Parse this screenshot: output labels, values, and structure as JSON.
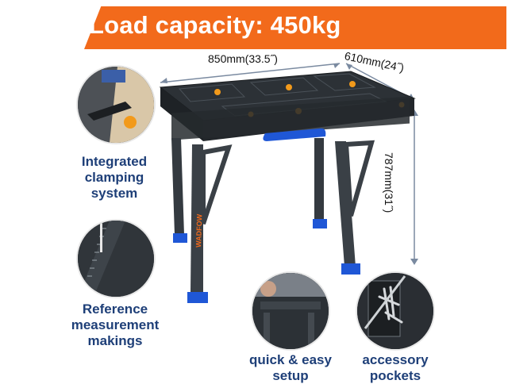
{
  "banner": {
    "title": "Load capacity: 450kg"
  },
  "dimensions": {
    "width": "850mm(33.5˝)",
    "depth": "610mm(24˝)",
    "height": "787mm(31˝)"
  },
  "brand": "WADFOW",
  "features": [
    {
      "label_lines": [
        "Integrated",
        "clamping",
        "system"
      ]
    },
    {
      "label_lines": [
        "Reference",
        "measurement",
        "makings"
      ]
    },
    {
      "label_lines": [
        "quick & easy",
        "setup"
      ]
    },
    {
      "label_lines": [
        "accessory",
        "pockets"
      ]
    }
  ],
  "colors": {
    "accent": "#f26a1b",
    "label": "#1e3f78",
    "bench": "#2c3136",
    "feet": "#1f57d6",
    "clamp": "#f29a1b"
  }
}
